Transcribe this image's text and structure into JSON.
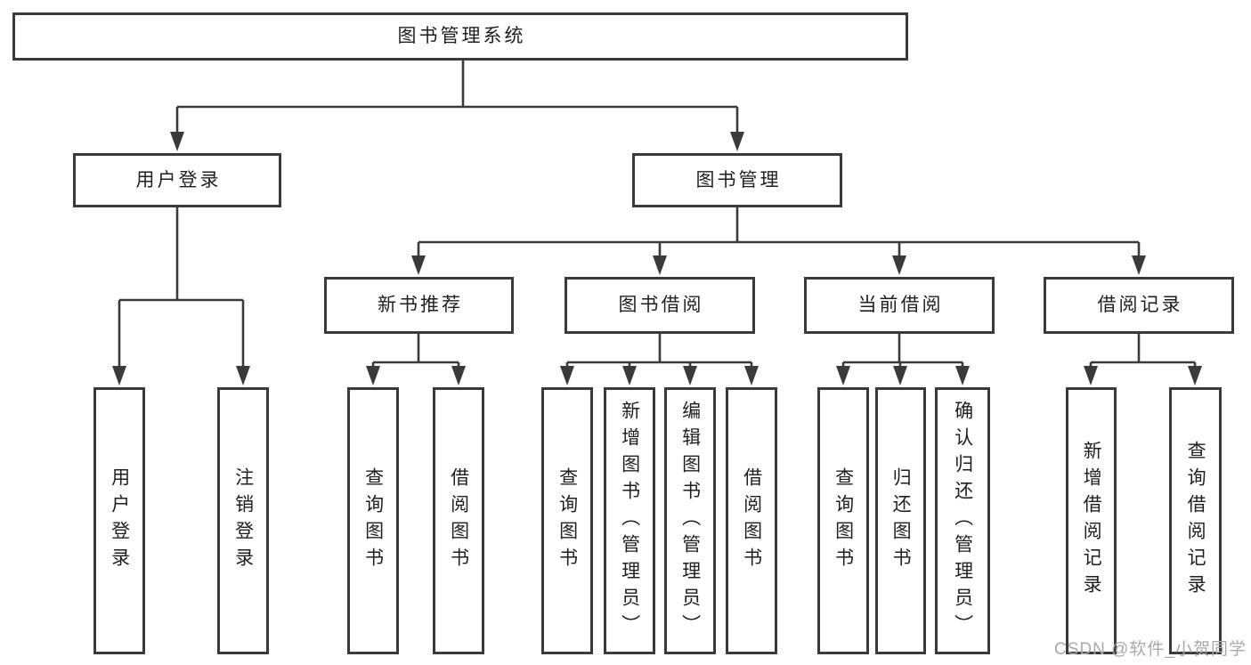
{
  "colors": {
    "line": "#3a3a3a",
    "box-border": "#3a3a3a",
    "text": "#1f1f1f",
    "watermark": "#a9a9a9",
    "background": "#ffffff"
  },
  "diagram": {
    "title": "图书管理系统",
    "branches": [
      {
        "label": "用户登录",
        "children": [
          "用户登录",
          "注销登录"
        ]
      },
      {
        "label": "图书管理",
        "sections": [
          {
            "label": "新书推荐",
            "children": [
              "查询图书",
              "借阅图书"
            ]
          },
          {
            "label": "图书借阅",
            "children": [
              "查询图书",
              "新增图书（管理员）",
              "编辑图书（管理员）",
              "借阅图书"
            ]
          },
          {
            "label": "当前借阅",
            "children": [
              "查询图书",
              "归还图书",
              "确认归还（管理员）"
            ]
          },
          {
            "label": "借阅记录",
            "children": [
              "新增借阅记录",
              "查询借阅记录"
            ]
          }
        ]
      }
    ]
  },
  "watermark": {
    "text": "CSDN @软件_小贺同学"
  }
}
